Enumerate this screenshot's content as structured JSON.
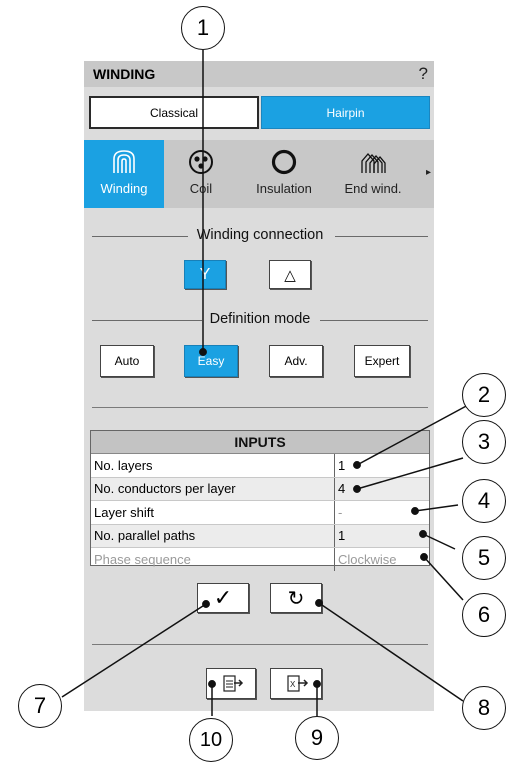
{
  "panel": {
    "title": "WINDING",
    "help": "?",
    "toggle": {
      "classical": "Classical",
      "hairpin": "Hairpin"
    },
    "iconbar": [
      {
        "label": "Winding",
        "icon": "winding-icon"
      },
      {
        "label": "Coil",
        "icon": "coil-icon"
      },
      {
        "label": "Insulation",
        "icon": "insulation-icon"
      },
      {
        "label": "End wind.",
        "icon": "end-winding-icon"
      }
    ],
    "more_arrow": "▸",
    "winding_connection": {
      "label": "Winding connection",
      "star": "Y",
      "delta": "△"
    },
    "definition_mode": {
      "label": "Definition mode",
      "auto": "Auto",
      "easy": "Easy",
      "adv": "Adv.",
      "expert": "Expert"
    },
    "inputs": {
      "header": "INPUTS",
      "rows": [
        {
          "key": "No. layers",
          "value": "1"
        },
        {
          "key": "No. conductors per layer",
          "value": "4"
        },
        {
          "key": "Layer shift",
          "value": "-"
        },
        {
          "key": "No. parallel paths",
          "value": "1"
        },
        {
          "key": "Phase sequence",
          "value": "Clockwise"
        }
      ]
    },
    "actions": {
      "validate": "✓",
      "reset": "↻"
    },
    "io": {
      "import": "import",
      "export": "export"
    }
  },
  "callouts": [
    "1",
    "2",
    "3",
    "4",
    "5",
    "6",
    "7",
    "8",
    "9",
    "10"
  ],
  "colors": {
    "accent": "#1ba1e2",
    "panel": "#dcdcdc",
    "header": "#c8c8c8"
  }
}
